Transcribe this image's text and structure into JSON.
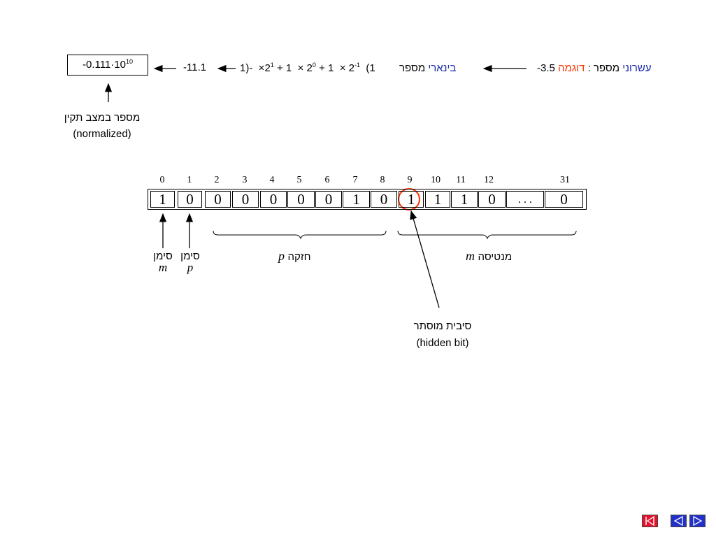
{
  "example": {
    "label": "דוגמה",
    "colon": ":",
    "decimal_prefix": "מספר",
    "decimal_word": "עשרוני",
    "decimal_value": "-3.5",
    "binary_prefix": "מספר",
    "binary_word": "בינארי",
    "expansion": {
      "open": "(1",
      "t1": "2",
      "e1": "-1",
      "plus1": "+ 1",
      "t2": "2",
      "e2": "0",
      "plus2": "+ 1",
      "t3": "2",
      "e3": "1",
      "close": "1)-"
    },
    "binary_value": "-11.1",
    "normalized": {
      "mantissa": "-0.111·10",
      "exp": "10"
    }
  },
  "normalized_caption": {
    "he": "מספר במצב תקין",
    "en": "(normalized)"
  },
  "register": {
    "indices": [
      "0",
      "1",
      "2",
      "3",
      "4",
      "5",
      "6",
      "7",
      "8",
      "9",
      "10",
      "11",
      "12",
      "31"
    ],
    "bits": [
      "1",
      "0",
      "0",
      "0",
      "0",
      "0",
      "0",
      "1",
      "0",
      "1",
      "1",
      "1",
      "0",
      ". . .",
      "0"
    ]
  },
  "labels": {
    "sign_m": {
      "he": "סימן",
      "var": "m"
    },
    "sign_p": {
      "he": "סימן",
      "var": "p"
    },
    "exponent": {
      "he": "חזקה",
      "var": "p"
    },
    "mantissa": {
      "he": "מנטיסה",
      "var": "m"
    }
  },
  "hidden_bit": {
    "he": "סיבית מוסתר",
    "en": "(hidden bit)"
  },
  "colors": {
    "accent_red": "#ff3300",
    "accent_blue": "#1a2aa8",
    "nav_red": "#e8102a",
    "nav_blue": "#2232c8"
  }
}
